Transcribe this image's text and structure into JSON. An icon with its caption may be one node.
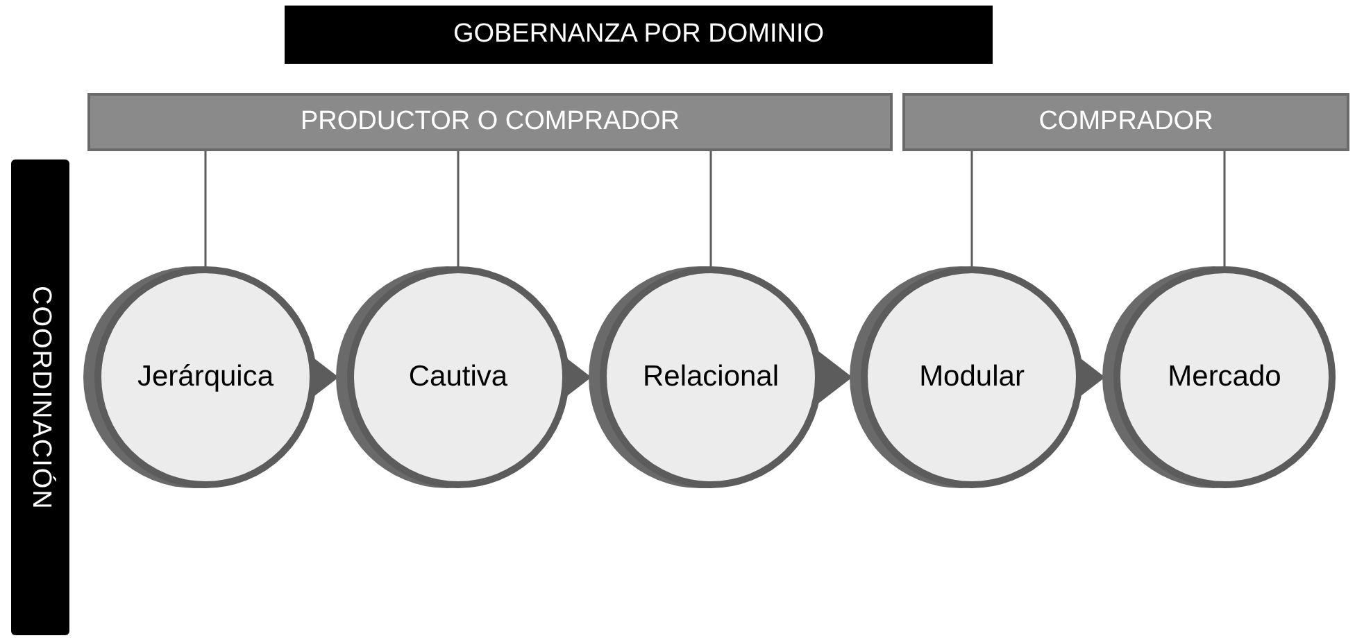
{
  "diagram": {
    "nodes": [
      {
        "text": [
          "GOBERNANZA POR DOMINIO"
        ]
      },
      {
        "text": [
          "PRODUCTOR O COMPRADOR"
        ]
      },
      {
        "text": [
          "COMPRADOR"
        ]
      },
      {
        "text": [
          "COORDINACIÓN"
        ]
      },
      {
        "text": [
          "Jerárquica"
        ]
      },
      {
        "text": [
          "Cautiva"
        ]
      },
      {
        "text": [
          "Relacional"
        ]
      },
      {
        "text": [
          "Modular"
        ]
      },
      {
        "text": [
          "Mercado"
        ]
      }
    ],
    "edges": [
      {
        "from": 1,
        "to": 4,
        "arrow": "none"
      },
      {
        "from": 1,
        "to": 5,
        "arrow": "none"
      },
      {
        "from": 1,
        "to": 6,
        "arrow": "none"
      },
      {
        "from": 2,
        "to": 7,
        "arrow": "none"
      },
      {
        "from": 2,
        "to": 8,
        "arrow": "none"
      },
      {
        "from": 4,
        "to": 5,
        "arrow": "to"
      },
      {
        "from": 5,
        "to": 6,
        "arrow": "to"
      },
      {
        "from": 6,
        "to": 7,
        "arrow": "to"
      },
      {
        "from": 7,
        "to": 8,
        "arrow": "to"
      }
    ]
  }
}
